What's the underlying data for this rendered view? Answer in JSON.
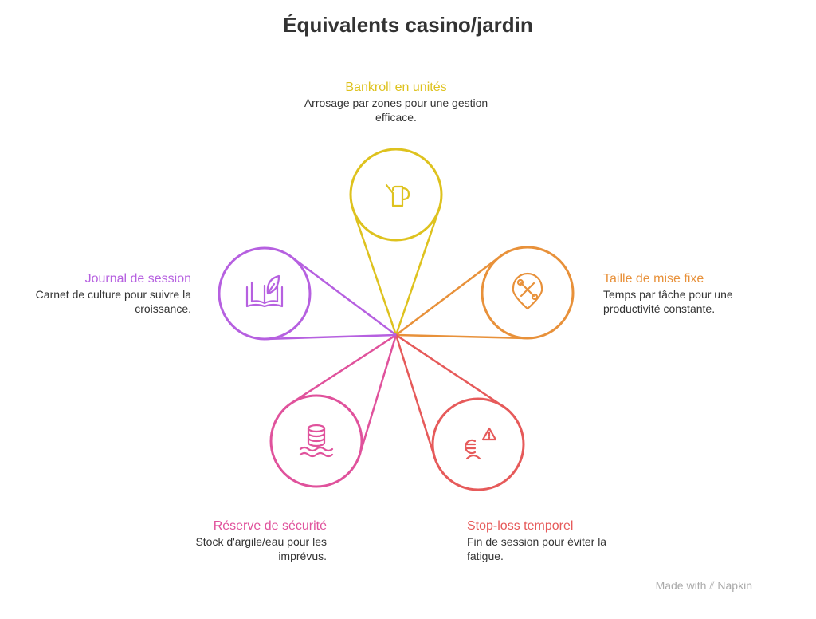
{
  "title": "Équivalents casino/jardin",
  "items": [
    {
      "title": "Bankroll en unités",
      "desc": "Arrosage par zones pour une gestion efficace.",
      "color": "#DEC21E",
      "icon": "watering-can-icon"
    },
    {
      "title": "Taille de mise fixe",
      "desc": "Temps par tâche pour une productivité constante.",
      "color": "#E8913A",
      "icon": "tools-location-icon"
    },
    {
      "title": "Stop-loss temporel",
      "desc": "Fin de session pour éviter la fatigue.",
      "color": "#E65A5A",
      "icon": "euro-warning-icon"
    },
    {
      "title": "Réserve de sécurité",
      "desc": "Stock d'argile/eau pour les imprévus.",
      "color": "#E0529C",
      "icon": "coins-water-icon"
    },
    {
      "title": "Journal de session",
      "desc": "Carnet de culture pour suivre la croissance.",
      "color": "#B660E0",
      "icon": "book-leaf-icon"
    }
  ],
  "footer": {
    "made_with": "Made with",
    "brand": "Napkin"
  }
}
